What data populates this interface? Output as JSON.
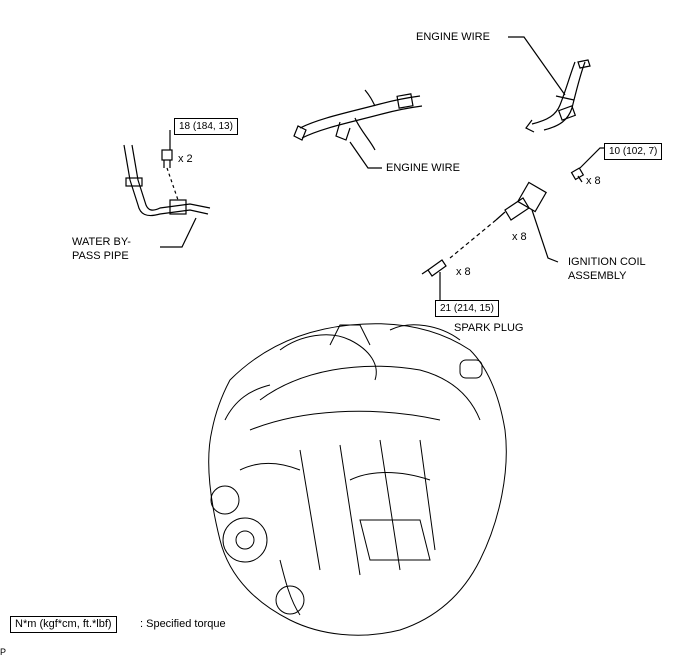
{
  "labels": {
    "engine_wire_top": "ENGINE WIRE",
    "engine_wire_mid": "ENGINE WIRE",
    "water_bypass_pipe_line1": "WATER BY-",
    "water_bypass_pipe_line2": "PASS PIPE",
    "ignition_coil_line1": "IGNITION COIL",
    "ignition_coil_line2": "ASSEMBLY",
    "spark_plug": "SPARK PLUG"
  },
  "torque": {
    "water_pipe_bolt": "18 (184, 13)",
    "ignition_coil_bolt": "10 (102, 7)",
    "spark_plug": "21 (214, 15)"
  },
  "quantities": {
    "water_pipe_bolt": "x 2",
    "ignition_coil_bolt": "x 8",
    "ignition_coil": "x 8",
    "spark_plug": "x 8"
  },
  "legend": {
    "unit_box": "N*m (kgf*cm, ft.*lbf)",
    "description": ": Specified torque"
  },
  "corner_mark": "P"
}
